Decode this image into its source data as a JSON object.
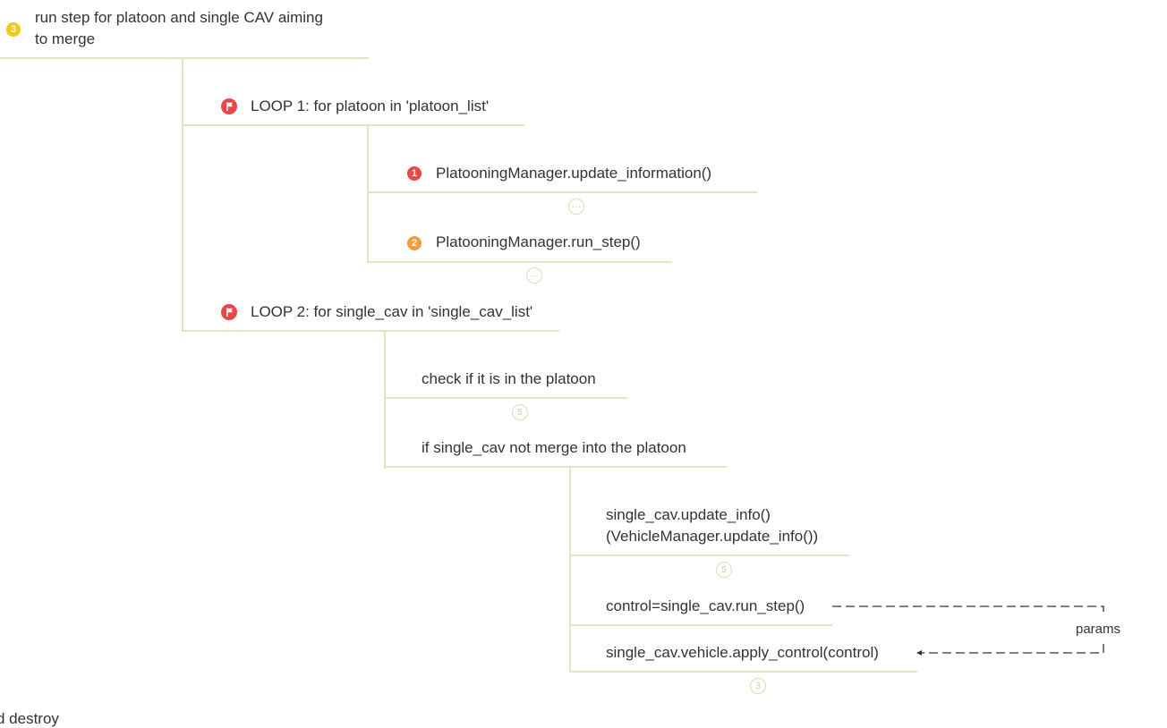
{
  "root": {
    "badge": "3",
    "line1": "run step for platoon and single CAV aiming",
    "line2": "to merge"
  },
  "loop1": {
    "label": "LOOP 1: for platoon in 'platoon_list'"
  },
  "loop1_children": [
    {
      "badge": "1",
      "label": "PlatooningManager.update_information()",
      "collapsed_symbol": "···"
    },
    {
      "badge": "2",
      "label": "PlatooningManager.run_step()",
      "collapsed_symbol": "···"
    }
  ],
  "loop2": {
    "label": "LOOP 2: for single_cav in 'single_cav_list'"
  },
  "loop2_children": [
    {
      "label": "check if it is in the platoon",
      "collapsed_count": "5"
    },
    {
      "label": "if single_cav not merge into the platoon"
    }
  ],
  "merge_children": [
    {
      "line1": "single_cav.update_info()",
      "line2": "(VehicleManager.update_info())",
      "collapsed_count": "5"
    },
    {
      "label": "control=single_cav.run_step()"
    },
    {
      "label": "single_cav.vehicle.apply_control(control)",
      "collapsed_count": "3"
    }
  ],
  "relation": {
    "label": "params"
  },
  "cutoff_text": "d destroy",
  "colors": {
    "branch_line": "#e1e6c1",
    "badge_priority_3": "#f2c813",
    "badge_priority_1": "#ea4848",
    "badge_priority_2": "#f59b3a",
    "flag_icon": "#ea4848"
  }
}
